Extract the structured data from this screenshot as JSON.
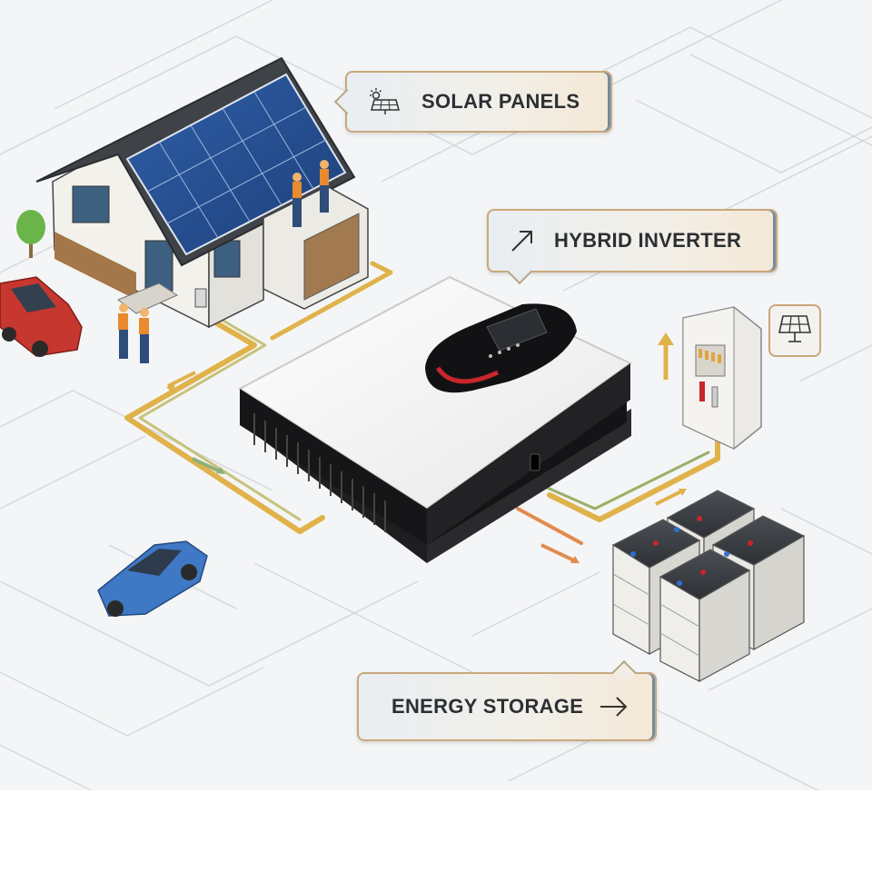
{
  "labels": {
    "solar_panels": "SOLAR PANELS",
    "hybrid_inverter": "HYBRID INVERTER",
    "energy_storage": "ENERGY STORAGE"
  },
  "icons": {
    "solar_panels": "solar-panel-sun-icon",
    "hybrid_inverter": "arrow-up-right-icon",
    "energy_storage": "arrow-right-icon",
    "panel_badge": "solar-panel-icon"
  },
  "colors": {
    "cable": "#e0b24a",
    "callout_border": "#c9a77c",
    "callout_accent": "#6f8ca3",
    "inverter_accent": "#c8262b",
    "text": "#2c2f33"
  }
}
